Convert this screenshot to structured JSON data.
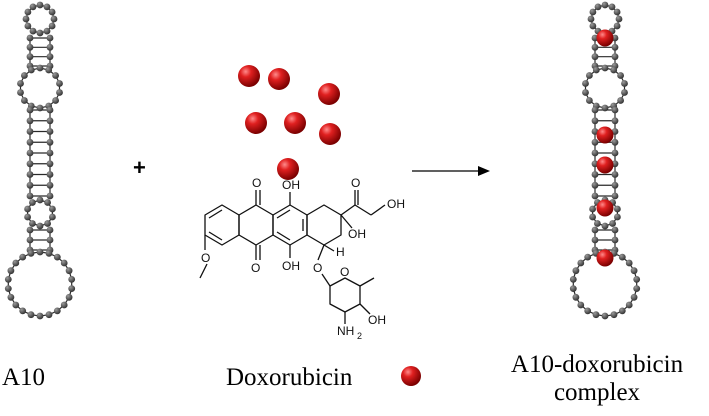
{
  "labels": {
    "a10": "A10",
    "doxorubicin": "Doxorubicin",
    "complex_line1": "A10-doxorubicin",
    "complex_line2": "complex",
    "plus": "+"
  },
  "chemistry": {
    "oh_top": "OH",
    "oh_side": "OH",
    "oh_ring": "OH",
    "o_top": "O",
    "o_bottom": "O",
    "oh_bottom": "OH",
    "o_methoxy": "O",
    "o_glyco": "O",
    "o_ring": "O",
    "h": "H",
    "oh_sugar": "OH",
    "nh2": "NH",
    "nh2_sub": "2",
    "o_keto": "O"
  },
  "colors": {
    "nucleotide": "#555555",
    "drug": "#cc1111",
    "backbone": "#222222"
  }
}
